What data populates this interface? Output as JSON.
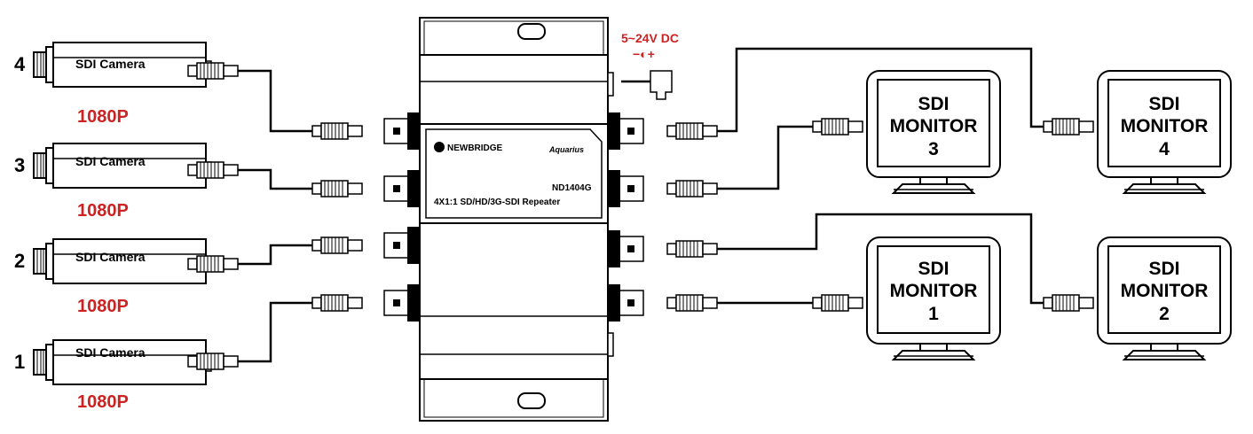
{
  "cameras": [
    {
      "number": "4",
      "label": "SDI Camera",
      "resolution": "1080P"
    },
    {
      "number": "3",
      "label": "SDI Camera",
      "resolution": "1080P"
    },
    {
      "number": "2",
      "label": "SDI Camera",
      "resolution": "1080P"
    },
    {
      "number": "1",
      "label": "SDI Camera",
      "resolution": "1080P"
    }
  ],
  "repeater": {
    "brand": "NEWBRIDGE",
    "series": "Aquarius",
    "model": "ND1404G",
    "description": "4X1:1 SD/HD/3G-SDI Repeater"
  },
  "power": {
    "label": "5~24V DC",
    "polarity_symbol": "−◐+"
  },
  "monitors": [
    {
      "line1": "SDI",
      "line2": "MONITOR",
      "number": "3"
    },
    {
      "line1": "SDI",
      "line2": "MONITOR",
      "number": "4"
    },
    {
      "line1": "SDI",
      "line2": "MONITOR",
      "number": "1"
    },
    {
      "line1": "SDI",
      "line2": "MONITOR",
      "number": "2"
    }
  ],
  "colors": {
    "accent": "#cc2222",
    "line": "#000000",
    "panel": "#ffffff"
  }
}
